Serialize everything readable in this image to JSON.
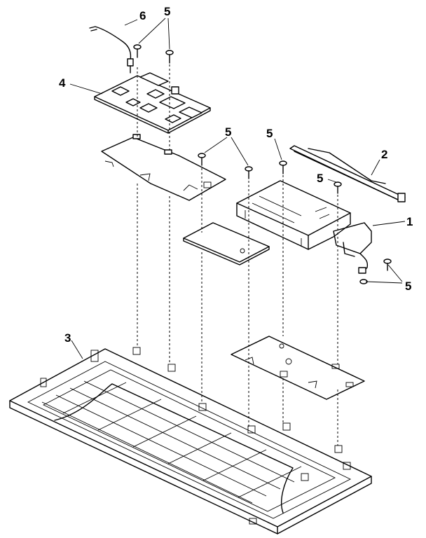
{
  "callouts": {
    "c1": "1",
    "c2": "2",
    "c3": "3",
    "c4": "4",
    "c5a": "5",
    "c5b": "5",
    "c5c": "5",
    "c5d": "5",
    "c5e": "5",
    "c6": "6"
  }
}
